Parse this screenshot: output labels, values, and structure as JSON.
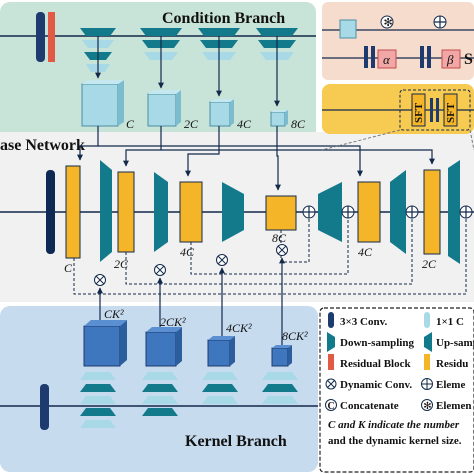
{
  "titles": {
    "condition": "Condition Branch",
    "base": "ase Network",
    "kernel": "Kernel Branch",
    "sft_cut": "S"
  },
  "condition_labels": [
    "C",
    "2C",
    "4C",
    "8C"
  ],
  "kernel_labels": [
    "CK²",
    "2CK²",
    "4CK²",
    "8CK²"
  ],
  "base_labels": {
    "c": "C",
    "c2_left": "2C",
    "c4_left": "4C",
    "c8": "8C",
    "c4_right": "4C",
    "c2_right": "2C"
  },
  "sft": {
    "alpha": "α",
    "beta": "β",
    "block": "SFT"
  },
  "legend": {
    "conv3": "3×3 Conv.",
    "conv1": "1×1 C",
    "down": "Down-sampling",
    "up": "Up-samp",
    "resblock": "Residual Block",
    "resid": "Residu",
    "dynconv": "Dynamic Conv.",
    "elem": "Eleme",
    "concat": "Concatenate",
    "element2": "Elemen",
    "note1": "C and K indicate the number",
    "note2": "and the dynamic kernel size."
  },
  "colors": {
    "condition_bg": "#c8e3d8",
    "kernel_bg": "#c7dbef",
    "base_bg": "#f1f1f1",
    "sft_bg": "#f6dccc",
    "sft_panel": "#f7cb52",
    "teal": "#137a8c",
    "light_teal": "#a7d9e6",
    "blue_cube": "#3f77be",
    "orange": "#f5b528",
    "navy": "#0e2a54",
    "dark_blue": "#1d3b6f",
    "red": "#e05a45",
    "pink": "#f2a7a7",
    "line": "#13294b"
  }
}
